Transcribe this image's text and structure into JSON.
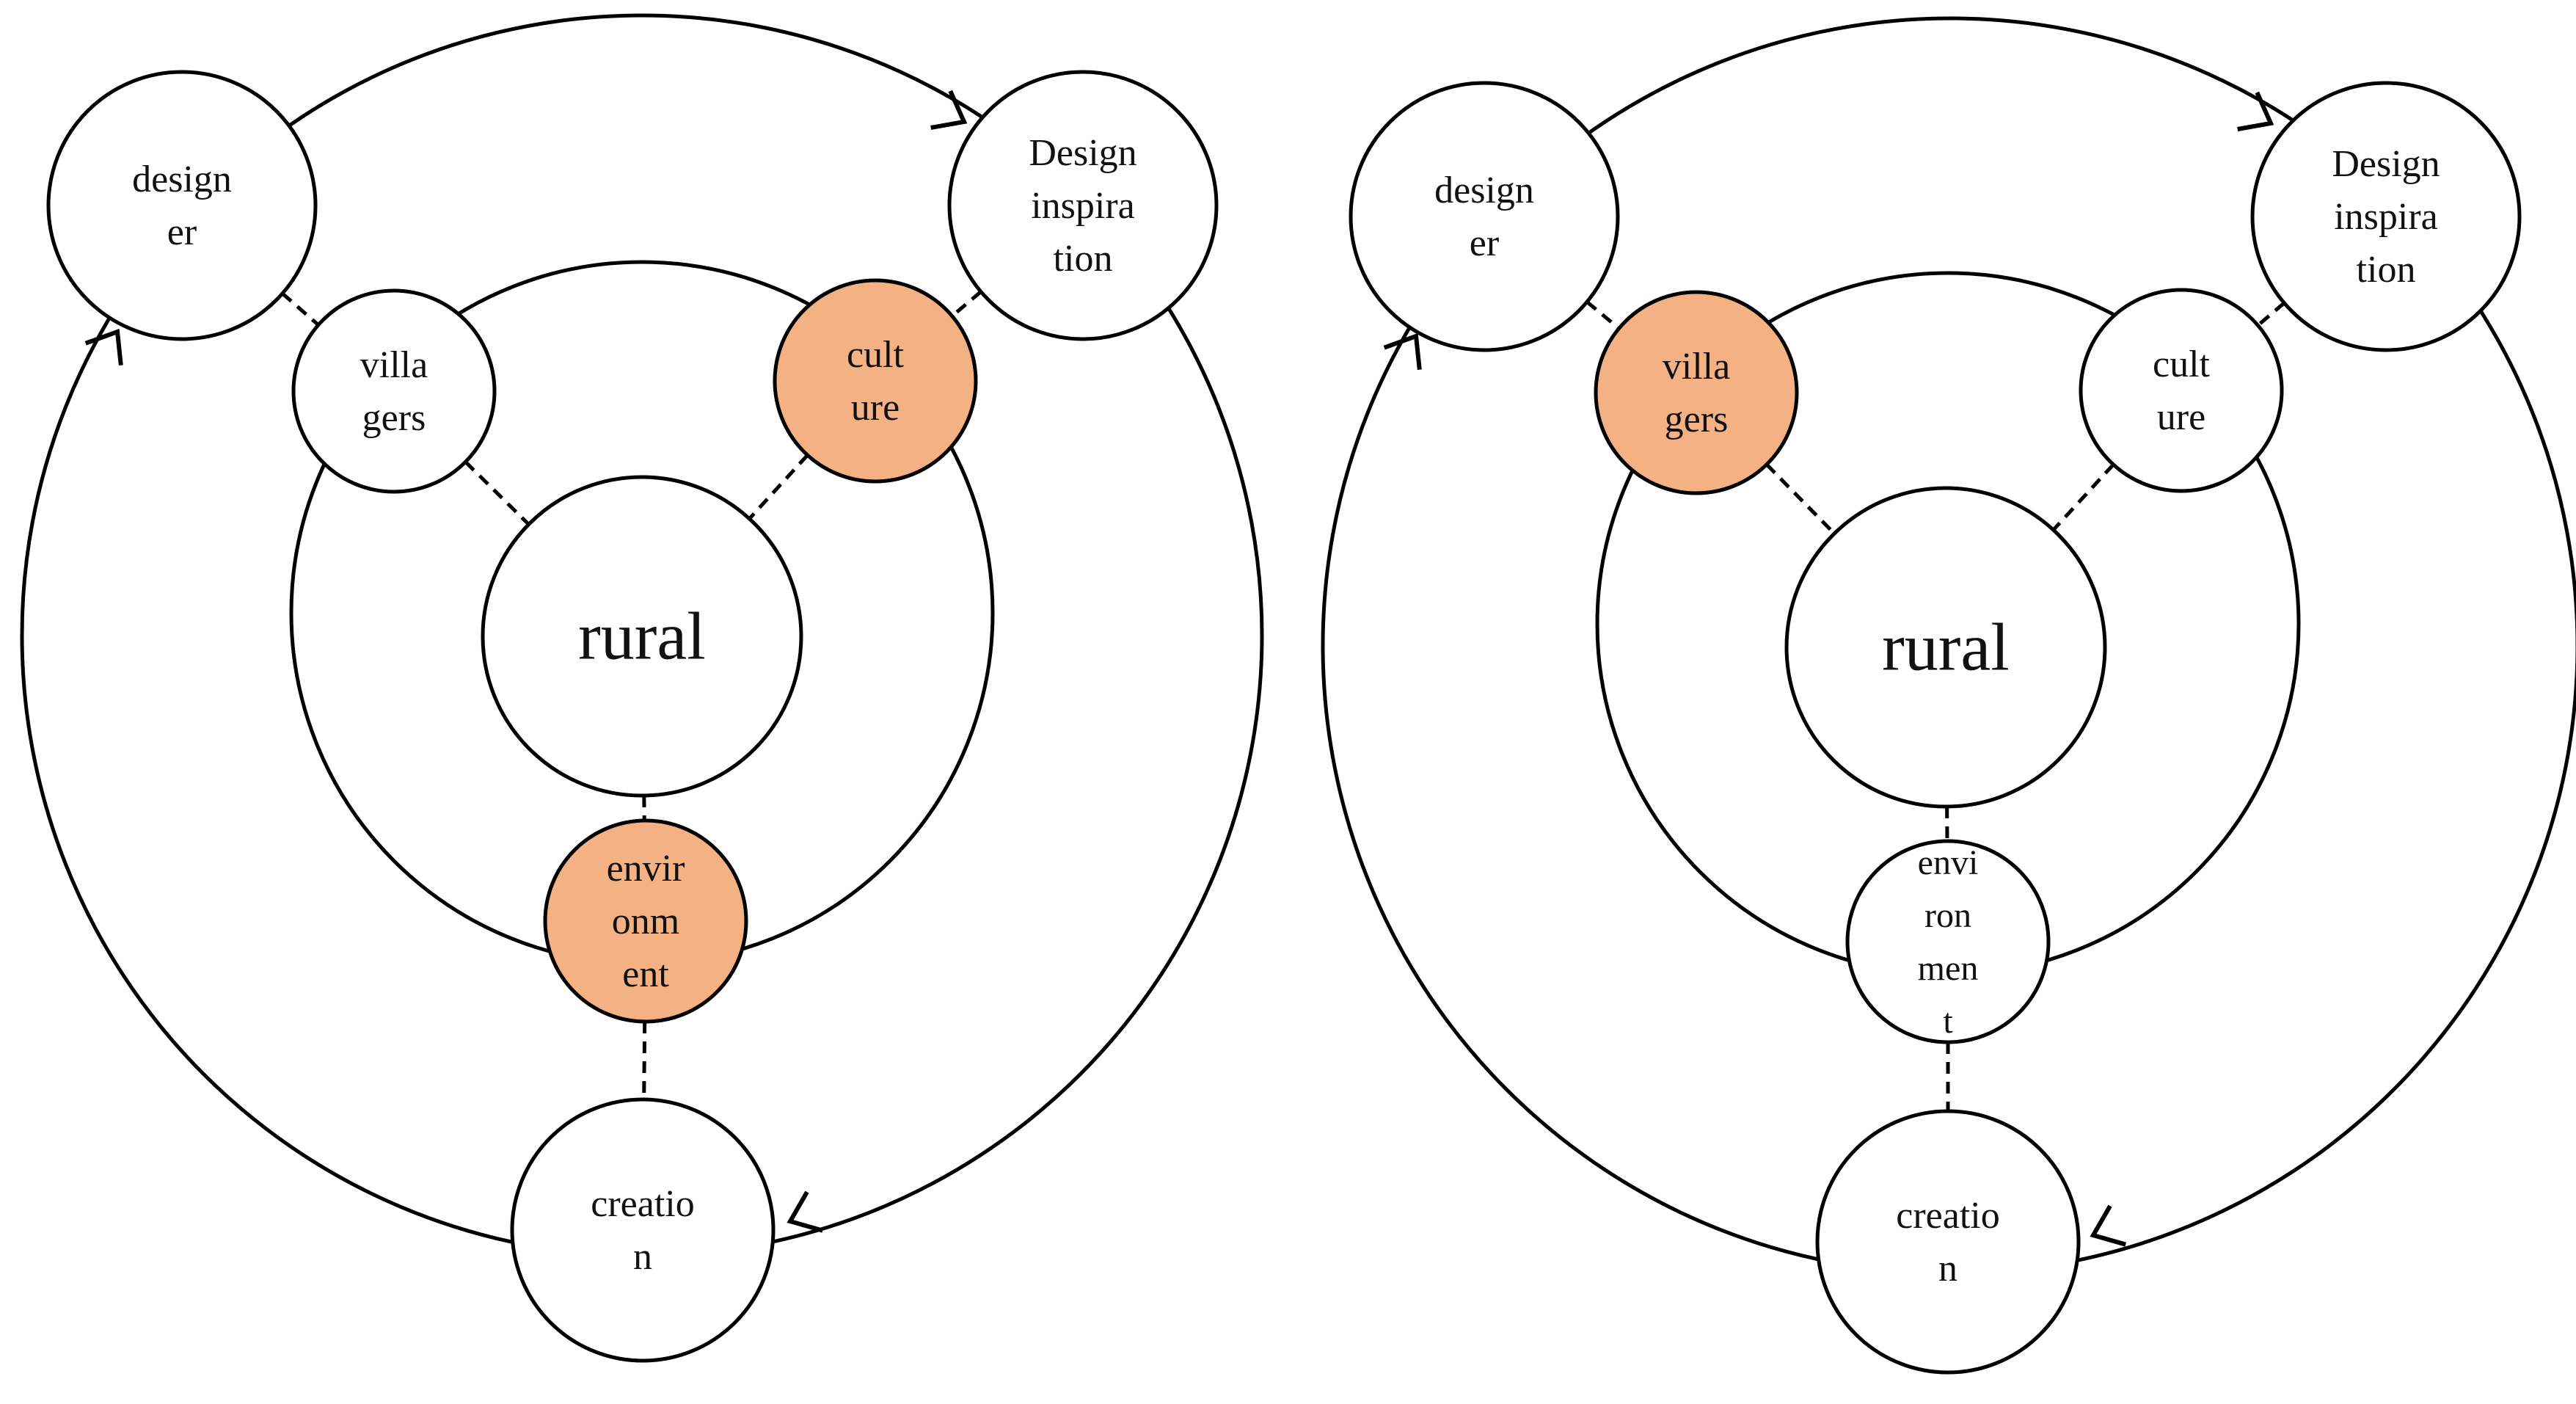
{
  "colors": {
    "highlight": "#F4B183",
    "stroke": "#000000",
    "node_fill": "#FFFFFF"
  },
  "diagrams": [
    {
      "id": "left",
      "center": {
        "lines": [
          "rural"
        ]
      },
      "outer_nodes": {
        "designer": {
          "lines": [
            "design",
            "er"
          ]
        },
        "inspiration": {
          "lines": [
            "Design",
            "inspira",
            "tion"
          ]
        },
        "creation": {
          "lines": [
            "creatio",
            "n"
          ]
        }
      },
      "inner_nodes": {
        "villagers": {
          "lines": [
            "villa",
            "gers"
          ],
          "highlighted": false
        },
        "culture": {
          "lines": [
            "cult",
            "ure"
          ],
          "highlighted": true
        },
        "environment": {
          "lines": [
            "envir",
            "onm",
            "ent"
          ],
          "highlighted": true
        }
      }
    },
    {
      "id": "right",
      "center": {
        "lines": [
          "rural"
        ]
      },
      "outer_nodes": {
        "designer": {
          "lines": [
            "design",
            "er"
          ]
        },
        "inspiration": {
          "lines": [
            "Design",
            "inspira",
            "tion"
          ]
        },
        "creation": {
          "lines": [
            "creatio",
            "n"
          ]
        }
      },
      "inner_nodes": {
        "villagers": {
          "lines": [
            "villa",
            "gers"
          ],
          "highlighted": true
        },
        "culture": {
          "lines": [
            "cult",
            "ure"
          ],
          "highlighted": false
        },
        "environment": {
          "lines": [
            "envi",
            "ron",
            "men",
            "t"
          ],
          "highlighted": false
        }
      }
    }
  ]
}
